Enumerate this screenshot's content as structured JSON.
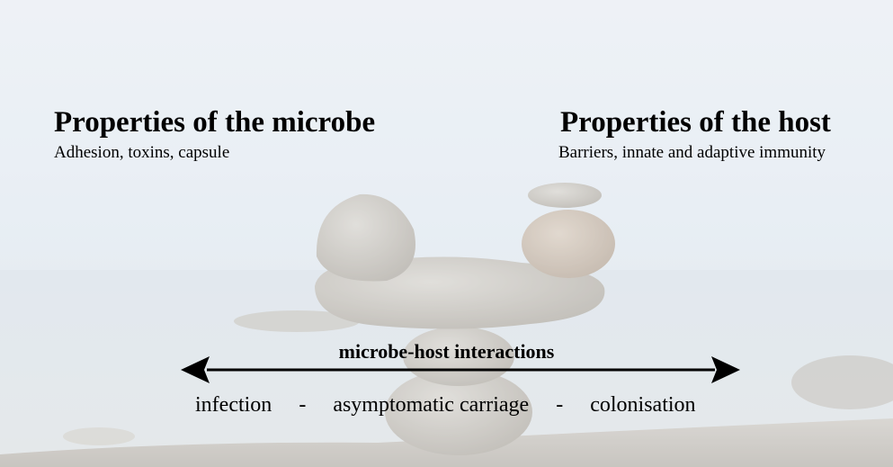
{
  "microbe": {
    "title": "Properties of the microbe",
    "subtitle": "Adhesion, toxins, capsule"
  },
  "host": {
    "title": "Properties of the host",
    "subtitle": "Barriers, innate and adaptive immunity"
  },
  "interactions": {
    "label": "microbe-host interactions",
    "spectrum": [
      "infection",
      "asymptomatic carriage",
      "colonisation"
    ],
    "separator": "-"
  },
  "colors": {
    "text": "#000000",
    "arrow": "#000000"
  }
}
